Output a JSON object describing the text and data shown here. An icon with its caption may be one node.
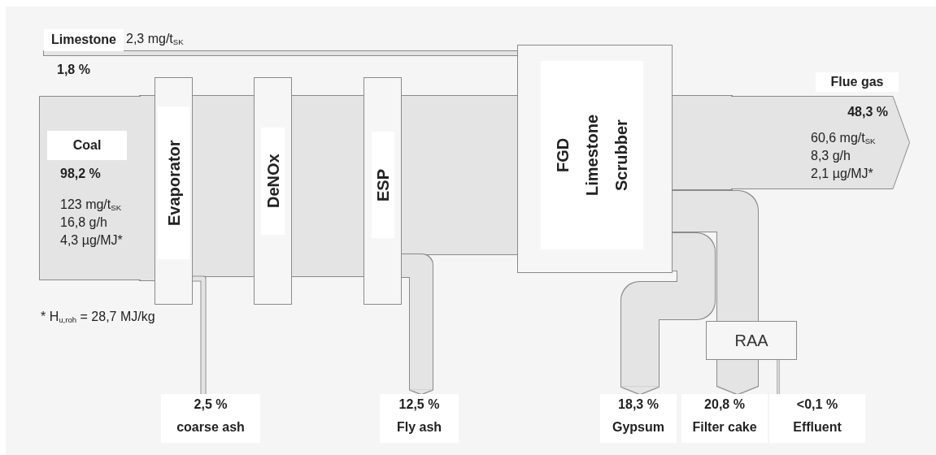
{
  "diagram": {
    "nodes": [
      {
        "text": [
          "Coal",
          "98,2 %",
          "123 mg/t$_{SK}$",
          "16,8 g/h",
          "4,3 µg/MJ*"
        ]
      },
      {
        "text": [
          "Limestone"
        ],
        "beside": [
          "2,3 mg/t$_{SK}$",
          "1,8 %"
        ]
      },
      {
        "text": [
          "Evaporator"
        ]
      },
      {
        "text": [
          "DeNOx"
        ]
      },
      {
        "text": [
          "ESP"
        ]
      },
      {
        "text": [
          "FGD Limestone Scrubber"
        ]
      },
      {
        "text": [
          "Flue gas",
          "48,3 %",
          "60,6 mg/t$_{SK}$",
          "8,3 g/h",
          "2,1 µg/MJ*"
        ]
      },
      {
        "text": [
          "2,5 %",
          "coarse ash"
        ]
      },
      {
        "text": [
          "12,5 %",
          "Fly ash"
        ]
      },
      {
        "text": [
          "18,3 %",
          "Gypsum"
        ]
      },
      {
        "text": [
          "RAA"
        ]
      },
      {
        "text": [
          "20,8 %",
          "Filter cake"
        ]
      },
      {
        "text": [
          "<0,1 %",
          "Effluent"
        ]
      }
    ],
    "edges": [
      {
        "from": 0,
        "to": 2,
        "arrow": "none",
        "style": "thick"
      },
      {
        "from": 2,
        "to": 3,
        "arrow": "none",
        "style": "thick"
      },
      {
        "from": 3,
        "to": 4,
        "arrow": "none",
        "style": "thick"
      },
      {
        "from": 4,
        "to": 5,
        "arrow": "none",
        "style": "thick"
      },
      {
        "from": 1,
        "to": 5,
        "arrow": "none"
      },
      {
        "from": 5,
        "to": 6,
        "arrow": "none",
        "style": "thick"
      },
      {
        "from": 2,
        "to": 7,
        "arrow": "none"
      },
      {
        "from": 4,
        "to": 8,
        "arrow": "to"
      },
      {
        "from": 5,
        "to": 9,
        "arrow": "to"
      },
      {
        "from": 5,
        "to": 10,
        "arrow": "none"
      },
      {
        "from": 10,
        "to": 11,
        "arrow": "to"
      },
      {
        "from": 10,
        "to": 12,
        "arrow": "none"
      }
    ],
    "labels": [
      "* H$_{u,roh}$ = 28,7 MJ/kg"
    ]
  }
}
